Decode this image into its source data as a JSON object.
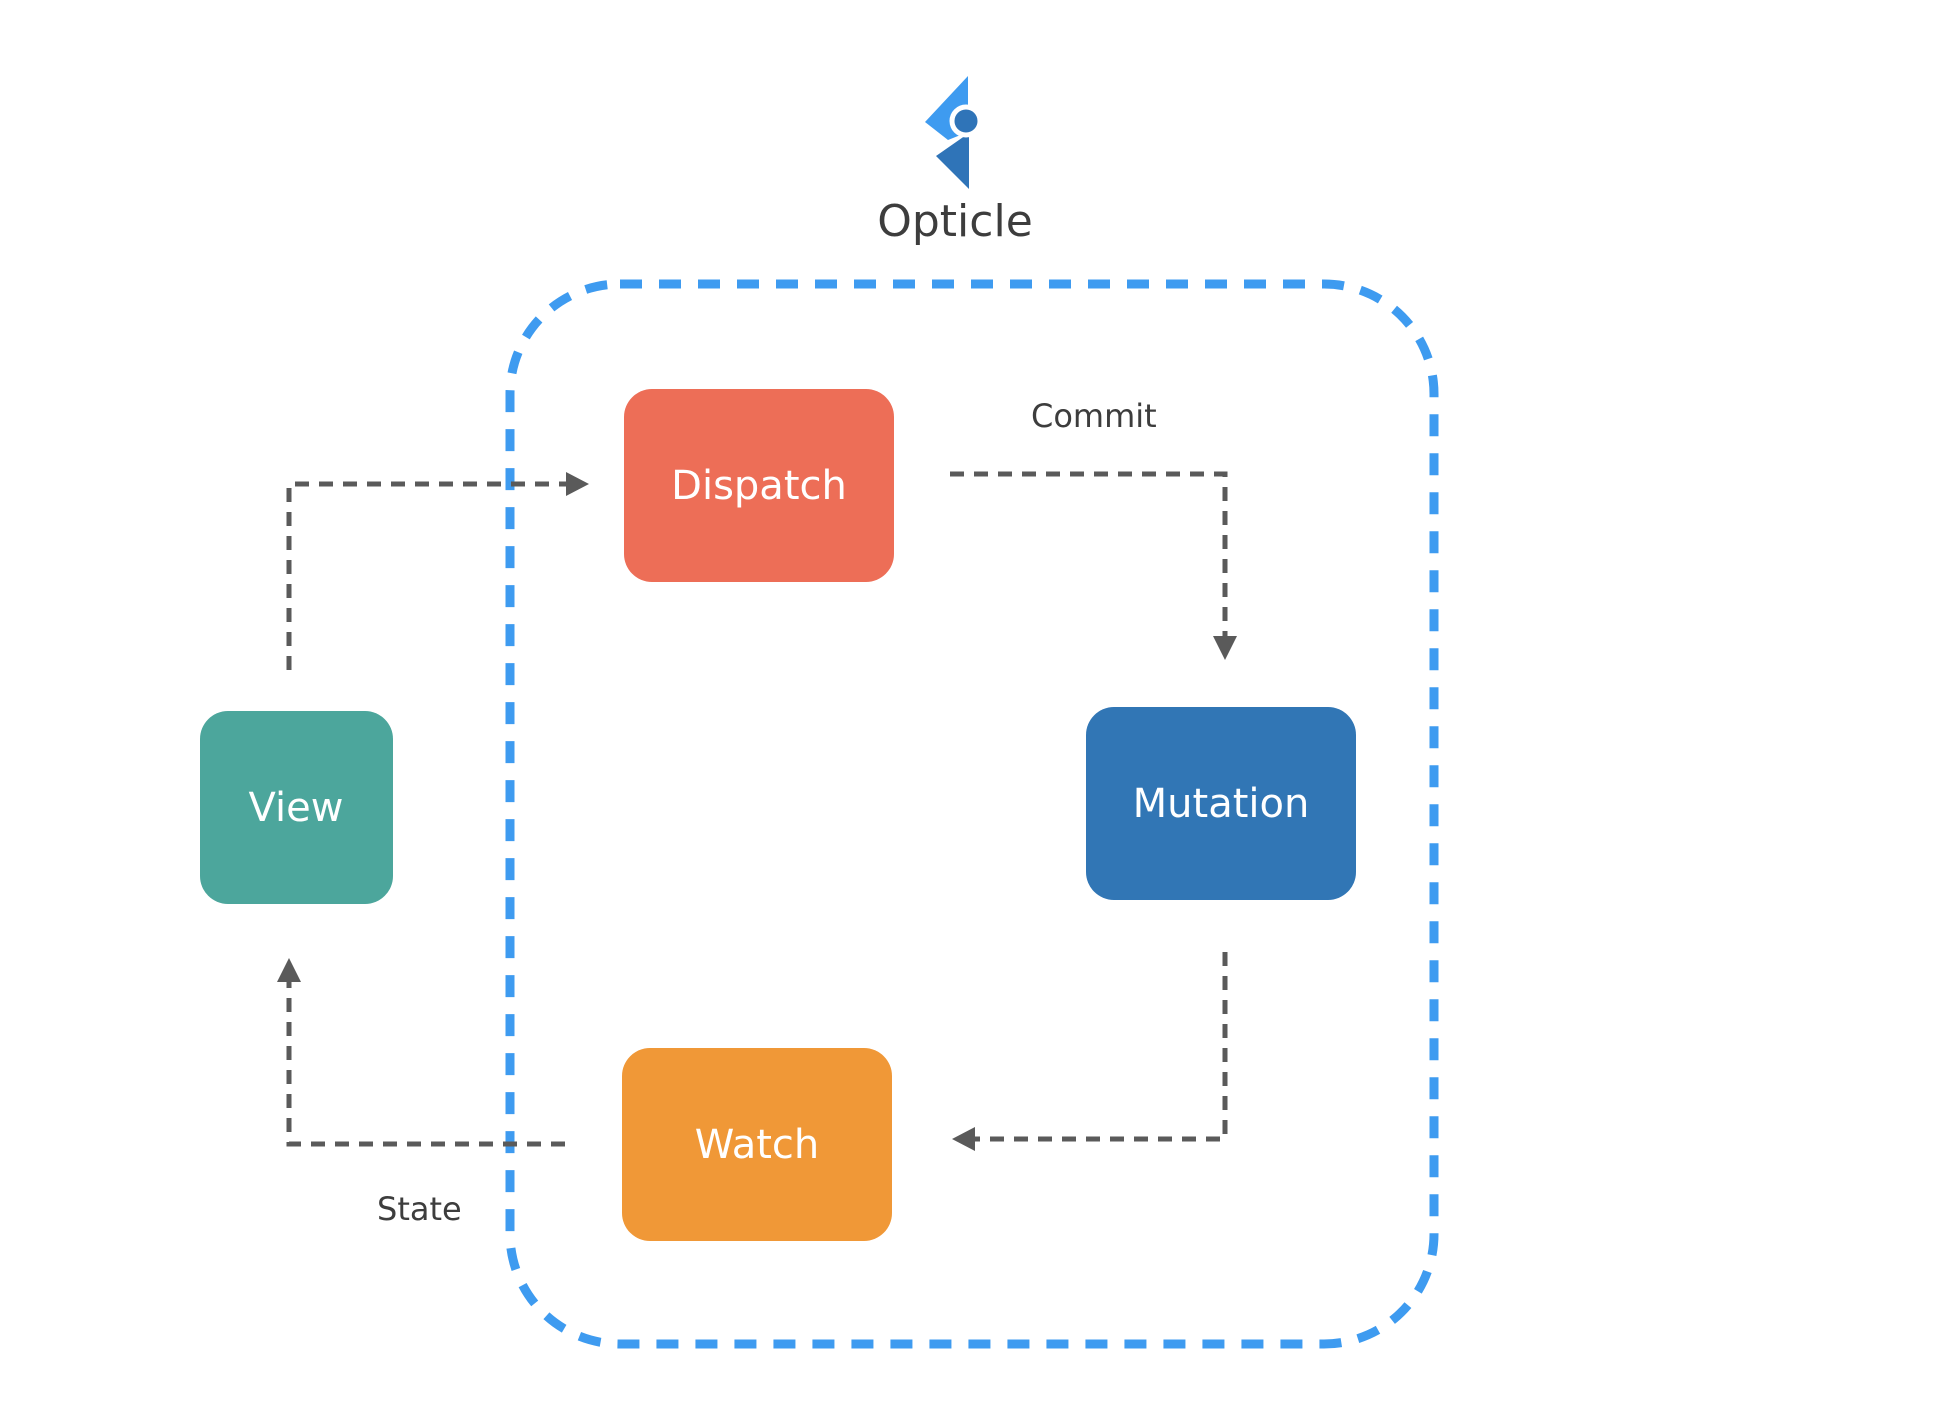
{
  "logo": {
    "name": "Opticle",
    "icon": "opticle-logo-icon"
  },
  "nodes": {
    "dispatch": {
      "label": "Dispatch",
      "color": "#ED6E57"
    },
    "mutation": {
      "label": "Mutation",
      "color": "#3176B5"
    },
    "watch": {
      "label": "Watch",
      "color": "#F09837"
    },
    "view": {
      "label": "View",
      "color": "#4CA69C"
    }
  },
  "edges": {
    "commit_label": "Commit",
    "state_label": "State"
  },
  "colors": {
    "boundary": "#3E9BF0",
    "arrow": "#5A5A5A",
    "text": "#3D3D3D"
  }
}
